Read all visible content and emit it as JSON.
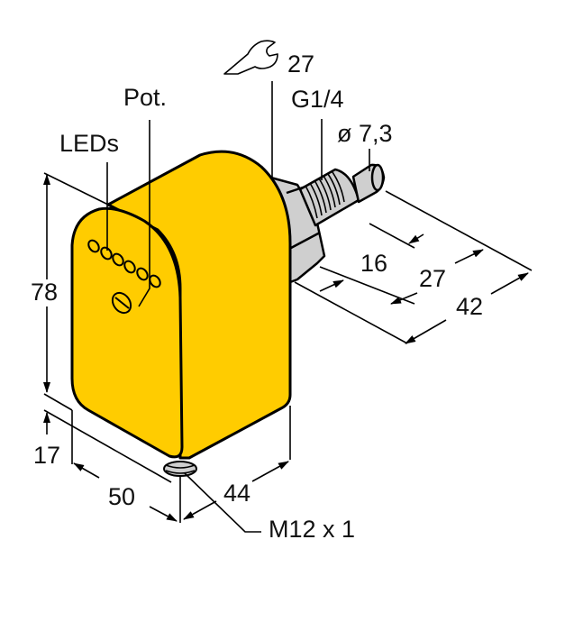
{
  "diagram": {
    "title": "Flow sensor dimensional drawing",
    "colors": {
      "housing": "#FFCC00",
      "metal": "#CFCFCF",
      "line": "#000000",
      "background": "#FFFFFF"
    },
    "labels": {
      "wrench_size": "27",
      "thread": "G1/4",
      "probe_diameter": "ø 7,3",
      "pot": "Pot.",
      "leds": "LEDs",
      "height": "78",
      "bottom_offset": "17",
      "width": "50",
      "depth": "44",
      "connector": "M12 x 1",
      "probe_16": "16",
      "probe_27": "27",
      "probe_42": "42"
    },
    "icons": {
      "wrench": "wrench-icon"
    },
    "led_count": 6
  }
}
